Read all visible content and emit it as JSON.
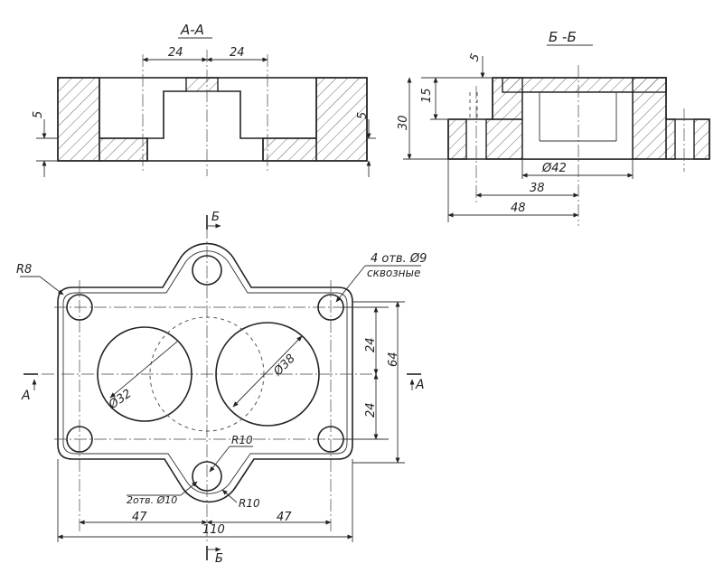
{
  "sections": {
    "aa_title": "А-А",
    "bb_title": "Б -Б"
  },
  "dims_aa": {
    "left_width": "24",
    "right_width": "24",
    "left_depth": "5",
    "right_depth": "5"
  },
  "dims_bb": {
    "recess": "5",
    "step": "15",
    "height": "30",
    "bore": "Ø42",
    "offset_38": "38",
    "offset_48": "48"
  },
  "plan": {
    "corner_radius": "R8",
    "holes_note": "4 отв. Ø9",
    "holes_note2": "сквозные",
    "bore_left": "Ø32",
    "bore_right": "Ø38",
    "v_half_top": "24",
    "v_half_bottom": "24",
    "height_total": "64",
    "lug_radius_top": "R10",
    "lug_radius_bottom": "R10",
    "lug_holes": "2отв. Ø10",
    "half_left": "47",
    "half_right": "47",
    "width_total": "110",
    "cut_a_left": "А",
    "cut_a_right": "А",
    "cut_b_top": "Б",
    "cut_b_bottom": "Б"
  }
}
